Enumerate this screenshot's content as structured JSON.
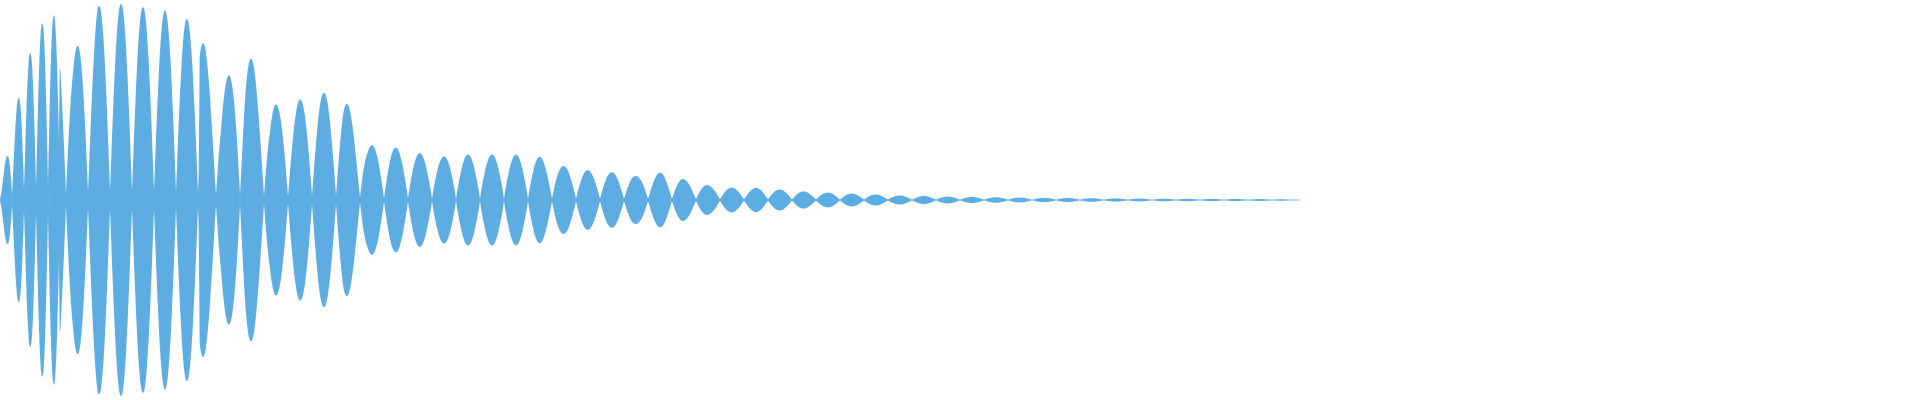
{
  "waveform": {
    "color": "#5dade2",
    "background": "#ffffff",
    "envelope": [
      0.05,
      0.68,
      0.99,
      0.75,
      0.99,
      1.0,
      0.98,
      0.96,
      0.9,
      0.56,
      0.8,
      0.48,
      0.5,
      0.55,
      0.53,
      0.28,
      0.27,
      0.24,
      0.22,
      0.23,
      0.23,
      0.23,
      0.22,
      0.17,
      0.15,
      0.14,
      0.12,
      0.14,
      0.1,
      0.07,
      0.06,
      0.06,
      0.05,
      0.04,
      0.035,
      0.03,
      0.025,
      0.02,
      0.018,
      0.015,
      0.013,
      0.012,
      0.01,
      0.009,
      0.008,
      0.007,
      0.006,
      0.005,
      0.005,
      0.004,
      0.004,
      0.003,
      0.003,
      0.0
    ]
  }
}
